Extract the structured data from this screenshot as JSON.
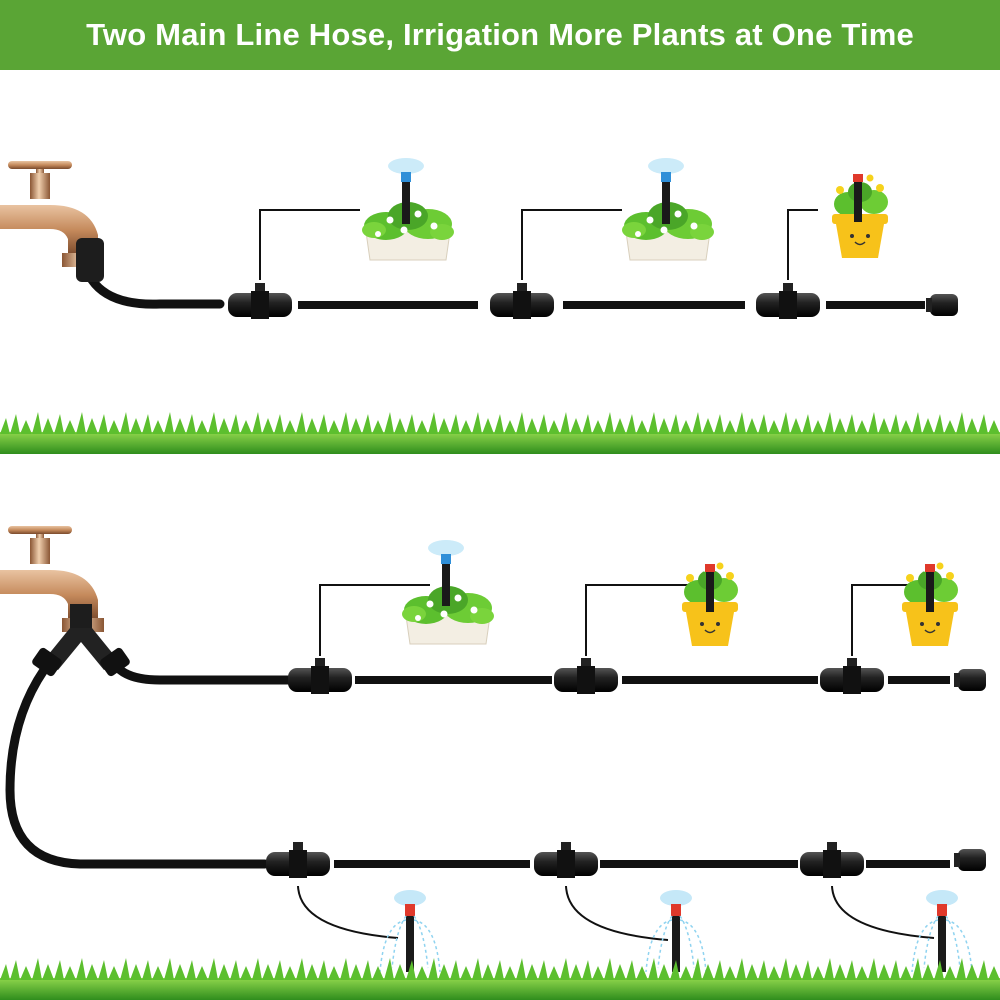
{
  "banner": {
    "title": "Two Main Line Hose, Irrigation More Plants at One Time",
    "background_color": "#5aa535",
    "text_color": "#ffffff"
  },
  "colors": {
    "hose": "#111111",
    "grass": "#4caf2a",
    "faucet_brass": "#c58a5c",
    "pot_yellow": "#f7c21a",
    "planter_white": "#f3eee3",
    "nozzle_blue": "#2f8fd8",
    "nozzle_red": "#e0392b",
    "water_spray": "#8fd3f0"
  },
  "diagrams": [
    {
      "name": "single-main-line",
      "source": "faucet-icon",
      "tees": 3,
      "targets": [
        "flower-planter-icon",
        "flower-planter-icon",
        "flower-pot-icon"
      ]
    },
    {
      "name": "two-main-lines",
      "source": "faucet-icon",
      "splitter": "y-splitter-icon",
      "upper_line_targets": [
        "flower-planter-icon",
        "flower-pot-icon",
        "flower-pot-icon"
      ],
      "lower_line_targets": [
        "ground-sprinkler-icon",
        "ground-sprinkler-icon",
        "ground-sprinkler-icon"
      ]
    }
  ]
}
